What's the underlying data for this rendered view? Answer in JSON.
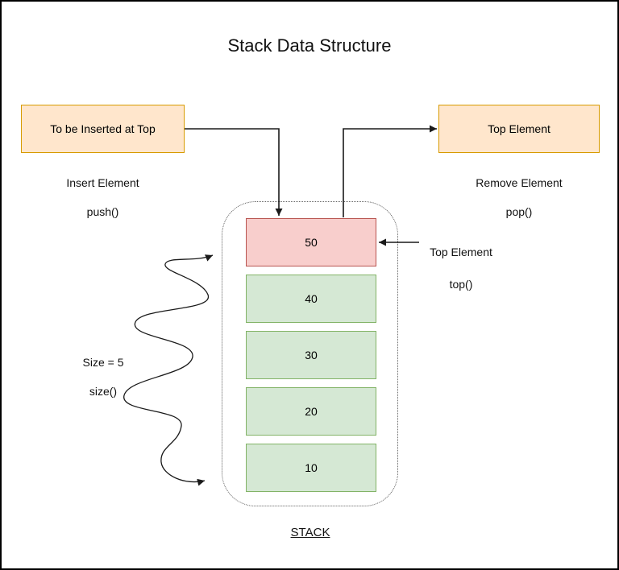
{
  "title": "Stack Data Structure",
  "push": {
    "box_label": "To be Inserted at Top",
    "caption_line1": "Insert Element",
    "caption_line2": "push()"
  },
  "pop": {
    "box_label": "Top Element",
    "caption_line1": "Remove Element",
    "caption_line2": "pop()"
  },
  "top_pointer": {
    "caption_line1": "Top Element",
    "caption_line2": "top()"
  },
  "size_indicator": {
    "caption_line1": "Size = 5",
    "caption_line2": "size()"
  },
  "stack": {
    "caption": "STACK",
    "items": [
      {
        "value": "50",
        "position": "top"
      },
      {
        "value": "40",
        "position": "middle"
      },
      {
        "value": "30",
        "position": "middle"
      },
      {
        "value": "20",
        "position": "middle"
      },
      {
        "value": "10",
        "position": "bottom"
      }
    ]
  },
  "colors": {
    "io_box_fill": "#ffe6cc",
    "io_box_border": "#d79b00",
    "top_item_fill": "#f8cecc",
    "top_item_border": "#b85450",
    "item_fill": "#d5e8d4",
    "item_border": "#82b366",
    "container_border": "#5e5e5e",
    "arrow": "#1a1a1a",
    "background": "#ffffff"
  }
}
